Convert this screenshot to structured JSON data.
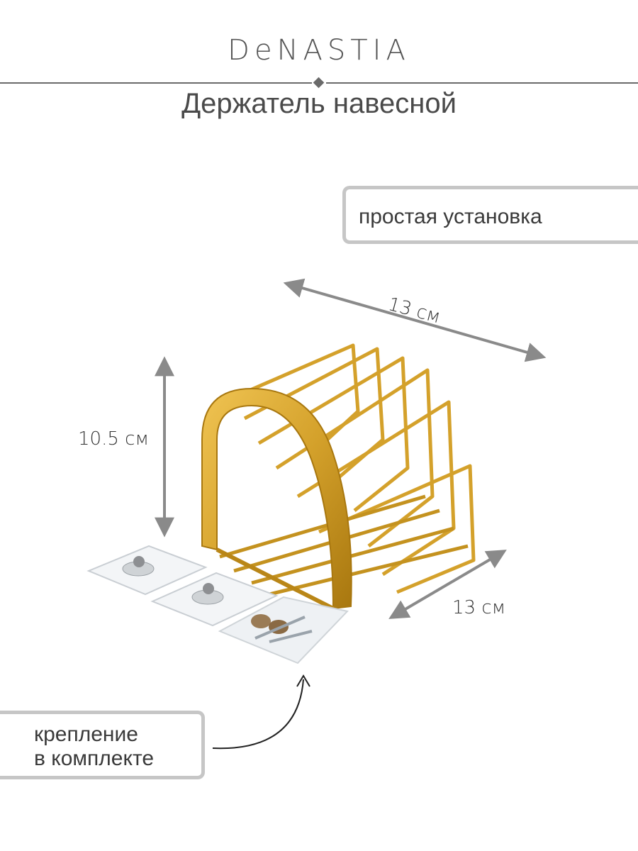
{
  "brand": {
    "name": "DeNASTIA"
  },
  "product": {
    "title": "Держатель навесной"
  },
  "callouts": {
    "install": "простая установка",
    "mount_line1": "крепление",
    "mount_line2": "в комплекте"
  },
  "dimensions": {
    "depth": "13 см",
    "height": "10.5 см",
    "width": "13 см"
  },
  "colors": {
    "gold": "#d4a12b",
    "gold_dark": "#a8770f",
    "arrow_gray": "#8a8a8a",
    "callout_border": "#c6c6c6"
  }
}
